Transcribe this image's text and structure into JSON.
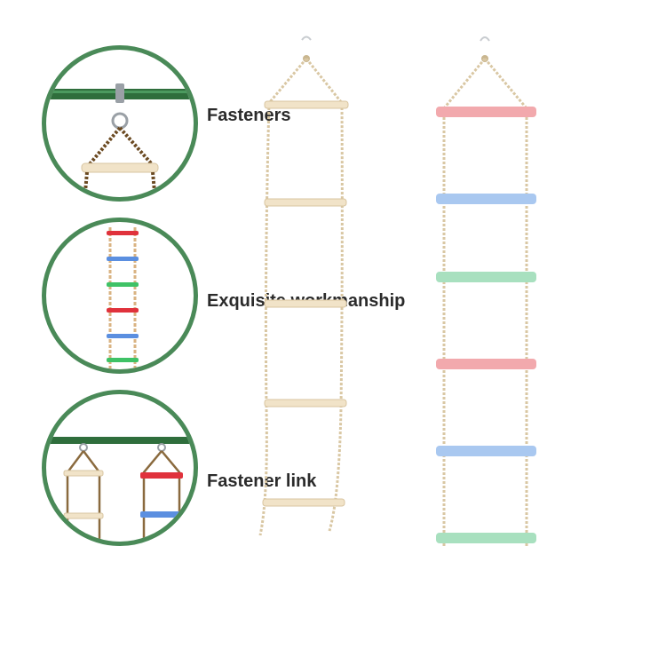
{
  "features": [
    {
      "label": "Fasteners",
      "icon": "fastener-hook-icon"
    },
    {
      "label": "Exquisite workmanship",
      "icon": "colorful-ladder-icon"
    },
    {
      "label": "Fastener link",
      "icon": "linked-ladders-icon"
    }
  ],
  "colors": {
    "circle_border": "#4a8a58",
    "bar_green": "#2f6e3c",
    "wood": "#f1e3c8",
    "rope": "#d9c7a3",
    "rung_pink": "#f2a9ad",
    "rung_blue": "#a9c8f0",
    "rung_green": "#a8e0bf",
    "rung_red": "#e0323c",
    "rung_bright_blue": "#5b8fe0",
    "rung_bright_green": "#3fc266"
  }
}
